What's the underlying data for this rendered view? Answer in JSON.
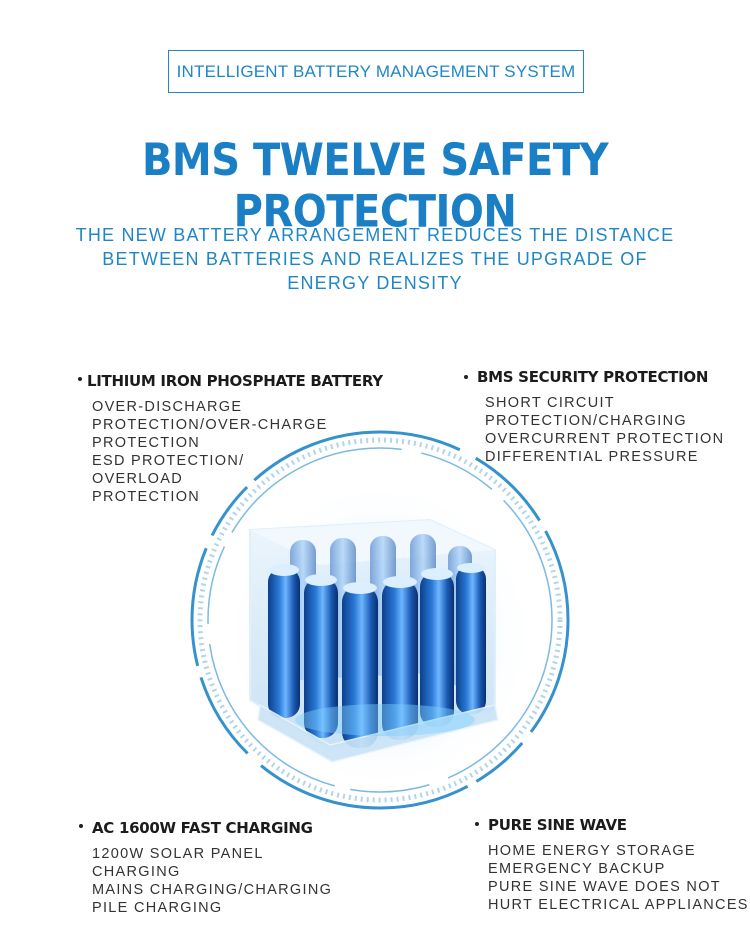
{
  "header": {
    "badge": "INTELLIGENT BATTERY MANAGEMENT SYSTEM",
    "title": "BMS TWELVE SAFETY PROTECTION",
    "subtitle_lines": [
      "THE NEW BATTERY ARRANGEMENT REDUCES THE DISTANCE",
      "BETWEEN BATTERIES AND REALIZES THE UPGRADE OF",
      "ENERGY DENSITY"
    ]
  },
  "features": [
    {
      "title": "LITHIUM IRON PHOSPHATE BATTERY",
      "lines": [
        "OVER-DISCHARGE",
        "PROTECTION/OVER-CHARGE",
        "PROTECTION",
        "ESD PROTECTION/",
        "OVERLOAD",
        "PROTECTION"
      ]
    },
    {
      "title": "BMS SECURITY PROTECTION",
      "lines": [
        "SHORT CIRCUIT",
        "PROTECTION/CHARGING",
        "OVERCURRENT PROTECTION",
        "DIFFERENTIAL PRESSURE"
      ]
    },
    {
      "title": "AC 1600W FAST CHARGING",
      "lines": [
        "1200W SOLAR PANEL",
        "CHARGING",
        "MAINS CHARGING/CHARGING",
        "PILE CHARGING"
      ]
    },
    {
      "title": "PURE SINE WAVE",
      "lines": [
        "HOME ENERGY STORAGE",
        "EMERGENCY BACKUP",
        "PURE SINE WAVE DOES NOT",
        "HURT ELECTRICAL APPLIANCES"
      ]
    }
  ],
  "colors": {
    "accent": "#1f86c8",
    "headline": "#1a7fc4",
    "text": "#333333",
    "title": "#1b1b1b"
  }
}
